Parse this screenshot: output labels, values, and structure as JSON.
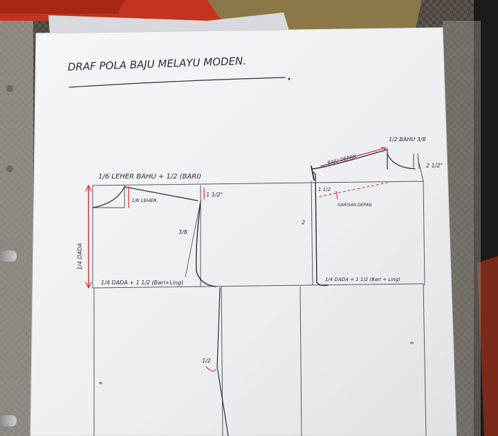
{
  "title": "DRAF POLA BAJU MELAYU MODEN.",
  "labels": {
    "collar_top": "1/6 LEHER  BAHU + 1/2 (BARI)",
    "collar_side": "1/6 LEHER.",
    "half_top": "1 1/2\"",
    "three_eighths": "3/8",
    "quarter_chest_side": "1/4 DADA",
    "back_bottom": "1/4 DADA  + 1 1/2 (Bari+Ling)",
    "front_bottom": "1/4 DADA + 1 1/2 (Bari + Ling)",
    "front_label": "BAJU DEPAN",
    "shoulder_top": "1/2 BAHU 3/8",
    "two_half": "2 1/2\"",
    "front_one_half": "1 1/2",
    "front_guide": "GARISAN DEPAN",
    "front_two": "2",
    "lower_half": "1/2"
  },
  "colors": {
    "pencil": "#55575f",
    "ink": "#2b2d3a",
    "red_marker": "#cf2a2a",
    "paper": "#f1f2f4"
  }
}
